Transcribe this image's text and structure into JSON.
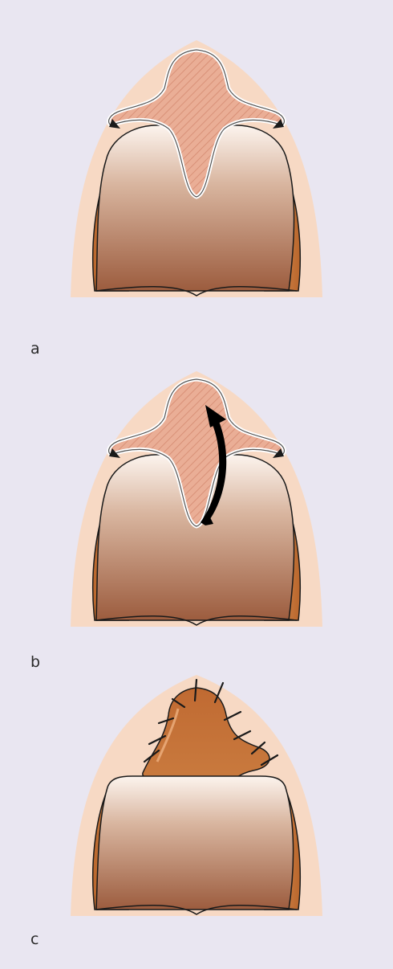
{
  "figure": {
    "panels": [
      {
        "id": "a",
        "label": "a",
        "stage": "incised-flap",
        "arrow": false
      },
      {
        "id": "b",
        "label": "b",
        "stage": "flap-rotated",
        "arrow": true
      },
      {
        "id": "c",
        "label": "c",
        "stage": "sutured",
        "arrow": false
      }
    ]
  },
  "colors": {
    "background": "#e9e6f1",
    "skin": "#f7d9c4",
    "flap_hatch": "#e7a48b",
    "stump_light": "#fbf1ea",
    "stump_dark": "#9a5a3c",
    "side_tissue": "#c77334",
    "closed_flap": "#c46f34",
    "arrow": "#000000"
  }
}
